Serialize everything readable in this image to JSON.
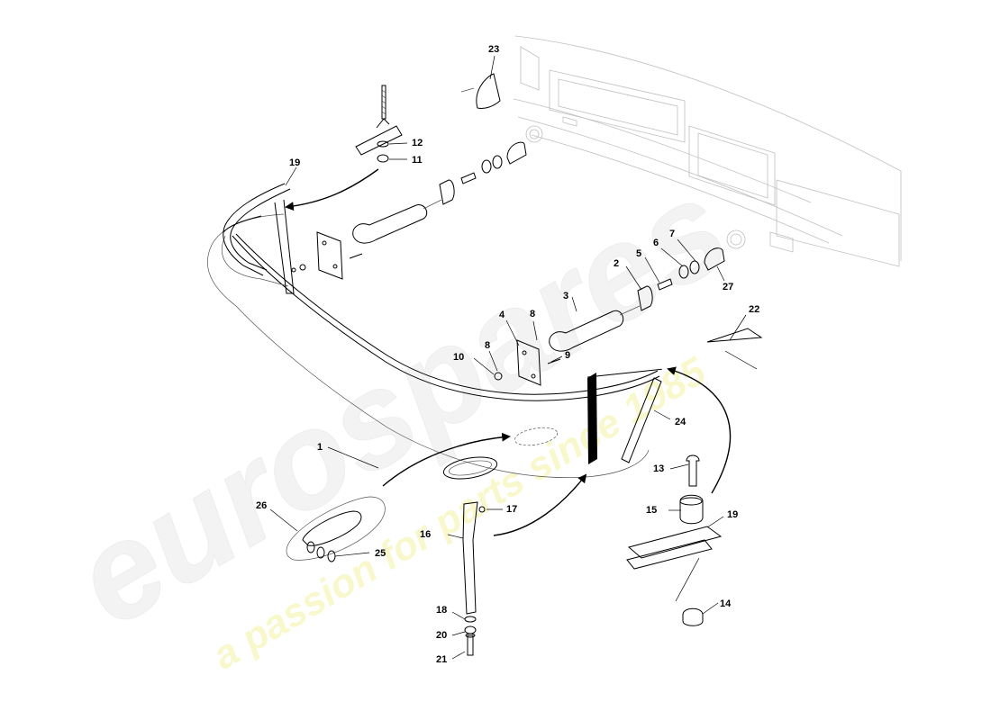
{
  "watermark": {
    "brand": "eurospares",
    "tagline": "a passion for parts since 1985"
  },
  "callouts": [
    {
      "id": "1",
      "label": "1"
    },
    {
      "id": "2",
      "label": "2"
    },
    {
      "id": "3",
      "label": "3"
    },
    {
      "id": "4",
      "label": "4"
    },
    {
      "id": "5",
      "label": "5"
    },
    {
      "id": "6",
      "label": "6"
    },
    {
      "id": "7",
      "label": "7"
    },
    {
      "id": "8a",
      "label": "8"
    },
    {
      "id": "8b",
      "label": "8"
    },
    {
      "id": "9",
      "label": "9"
    },
    {
      "id": "10",
      "label": "10"
    },
    {
      "id": "11",
      "label": "11"
    },
    {
      "id": "12",
      "label": "12"
    },
    {
      "id": "13",
      "label": "13"
    },
    {
      "id": "14",
      "label": "14"
    },
    {
      "id": "15",
      "label": "15"
    },
    {
      "id": "16",
      "label": "16"
    },
    {
      "id": "17",
      "label": "17"
    },
    {
      "id": "18",
      "label": "18"
    },
    {
      "id": "19a",
      "label": "19"
    },
    {
      "id": "19b",
      "label": "19"
    },
    {
      "id": "20",
      "label": "20"
    },
    {
      "id": "21",
      "label": "21"
    },
    {
      "id": "22",
      "label": "22"
    },
    {
      "id": "23",
      "label": "23"
    },
    {
      "id": "24",
      "label": "24"
    },
    {
      "id": "25",
      "label": "25"
    },
    {
      "id": "26",
      "label": "26"
    },
    {
      "id": "27",
      "label": "27"
    }
  ]
}
